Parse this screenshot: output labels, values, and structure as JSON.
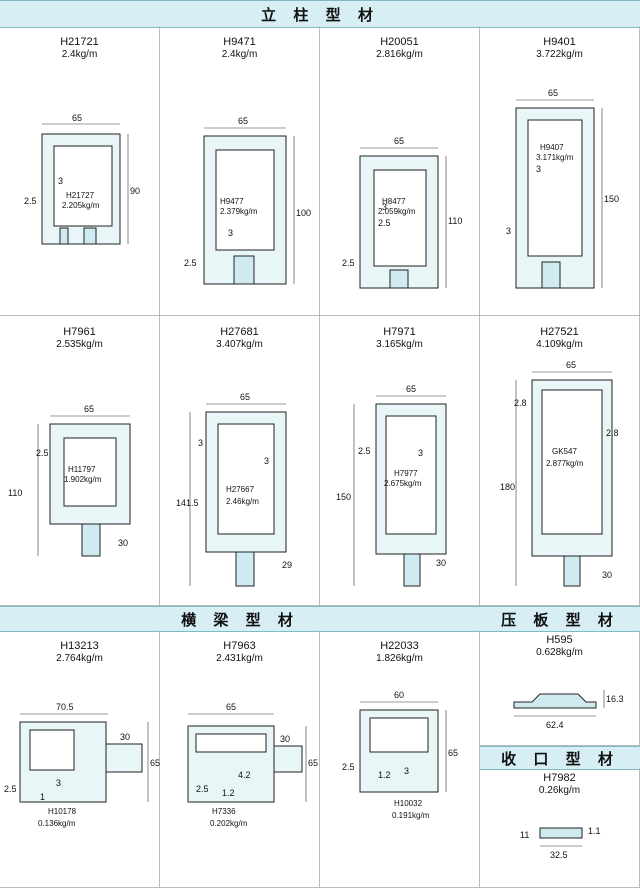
{
  "sections": {
    "columns_title": "立 柱 型 材",
    "beams_title": "横 梁 型 材",
    "pressure_plate_title": "压 板 型 材",
    "closing_title": "收 口 型 材"
  },
  "profiles": [
    {
      "code": "H21721",
      "weight": "2.4kg/m",
      "inner_code": "H21727",
      "inner_weight": "2.205kg/m",
      "dims": [
        "65",
        "90",
        "3",
        "2.5"
      ]
    },
    {
      "code": "H9471",
      "weight": "2.4kg/m",
      "inner_code": "H9477",
      "inner_weight": "2.379kg/m",
      "dims": [
        "65",
        "100",
        "3",
        "2.5"
      ]
    },
    {
      "code": "H20051",
      "weight": "2.816kg/m",
      "inner_code": "H8477",
      "inner_weight": "2.059kg/m",
      "dims": [
        "65",
        "110",
        "3",
        "2.5",
        "2.5"
      ]
    },
    {
      "code": "H9401",
      "weight": "3.722kg/m",
      "inner_code": "H9407",
      "inner_weight": "3.171kg/m",
      "dims": [
        "65",
        "150",
        "3",
        "3"
      ]
    },
    {
      "code": "H7961",
      "weight": "2.535kg/m",
      "inner_code": "H11797",
      "inner_weight": "1.902kg/m",
      "dims": [
        "65",
        "110",
        "2.5",
        "30"
      ]
    },
    {
      "code": "H27681",
      "weight": "3.407kg/m",
      "inner_code": "H27667",
      "inner_weight": "2.46kg/m",
      "dims": [
        "65",
        "141.5",
        "3",
        "3",
        "29"
      ]
    },
    {
      "code": "H7971",
      "weight": "3.165kg/m",
      "inner_code": "H7977",
      "inner_weight": "2.675kg/m",
      "dims": [
        "65",
        "150",
        "2.5",
        "3",
        "30"
      ]
    },
    {
      "code": "H27521",
      "weight": "4.109kg/m",
      "inner_code": "GK547",
      "inner_weight": "2.877kg/m",
      "dims": [
        "65",
        "180",
        "2.8",
        "2.8",
        "30"
      ]
    },
    {
      "code": "H13213",
      "weight": "2.764kg/m",
      "inner_code": "H10178",
      "inner_weight": "0.136kg/m",
      "dims": [
        "70.5",
        "30",
        "65",
        "3",
        "2.5",
        "1"
      ]
    },
    {
      "code": "H7963",
      "weight": "2.431kg/m",
      "inner_code": "H7336",
      "inner_weight": "0.202kg/m",
      "dims": [
        "65",
        "30",
        "65",
        "4.2",
        "2.5",
        "1.2"
      ]
    },
    {
      "code": "H22033",
      "weight": "1.826kg/m",
      "inner_code": "H10032",
      "inner_weight": "0.191kg/m",
      "dims": [
        "60",
        "65",
        "3",
        "2.5",
        "1.2"
      ]
    },
    {
      "code": "H595",
      "weight": "0.628kg/m",
      "dims": [
        "16.3",
        "62.4"
      ]
    },
    {
      "code": "H7982",
      "weight": "0.26kg/m",
      "dims": [
        "11",
        "1.1",
        "32.5"
      ]
    }
  ]
}
